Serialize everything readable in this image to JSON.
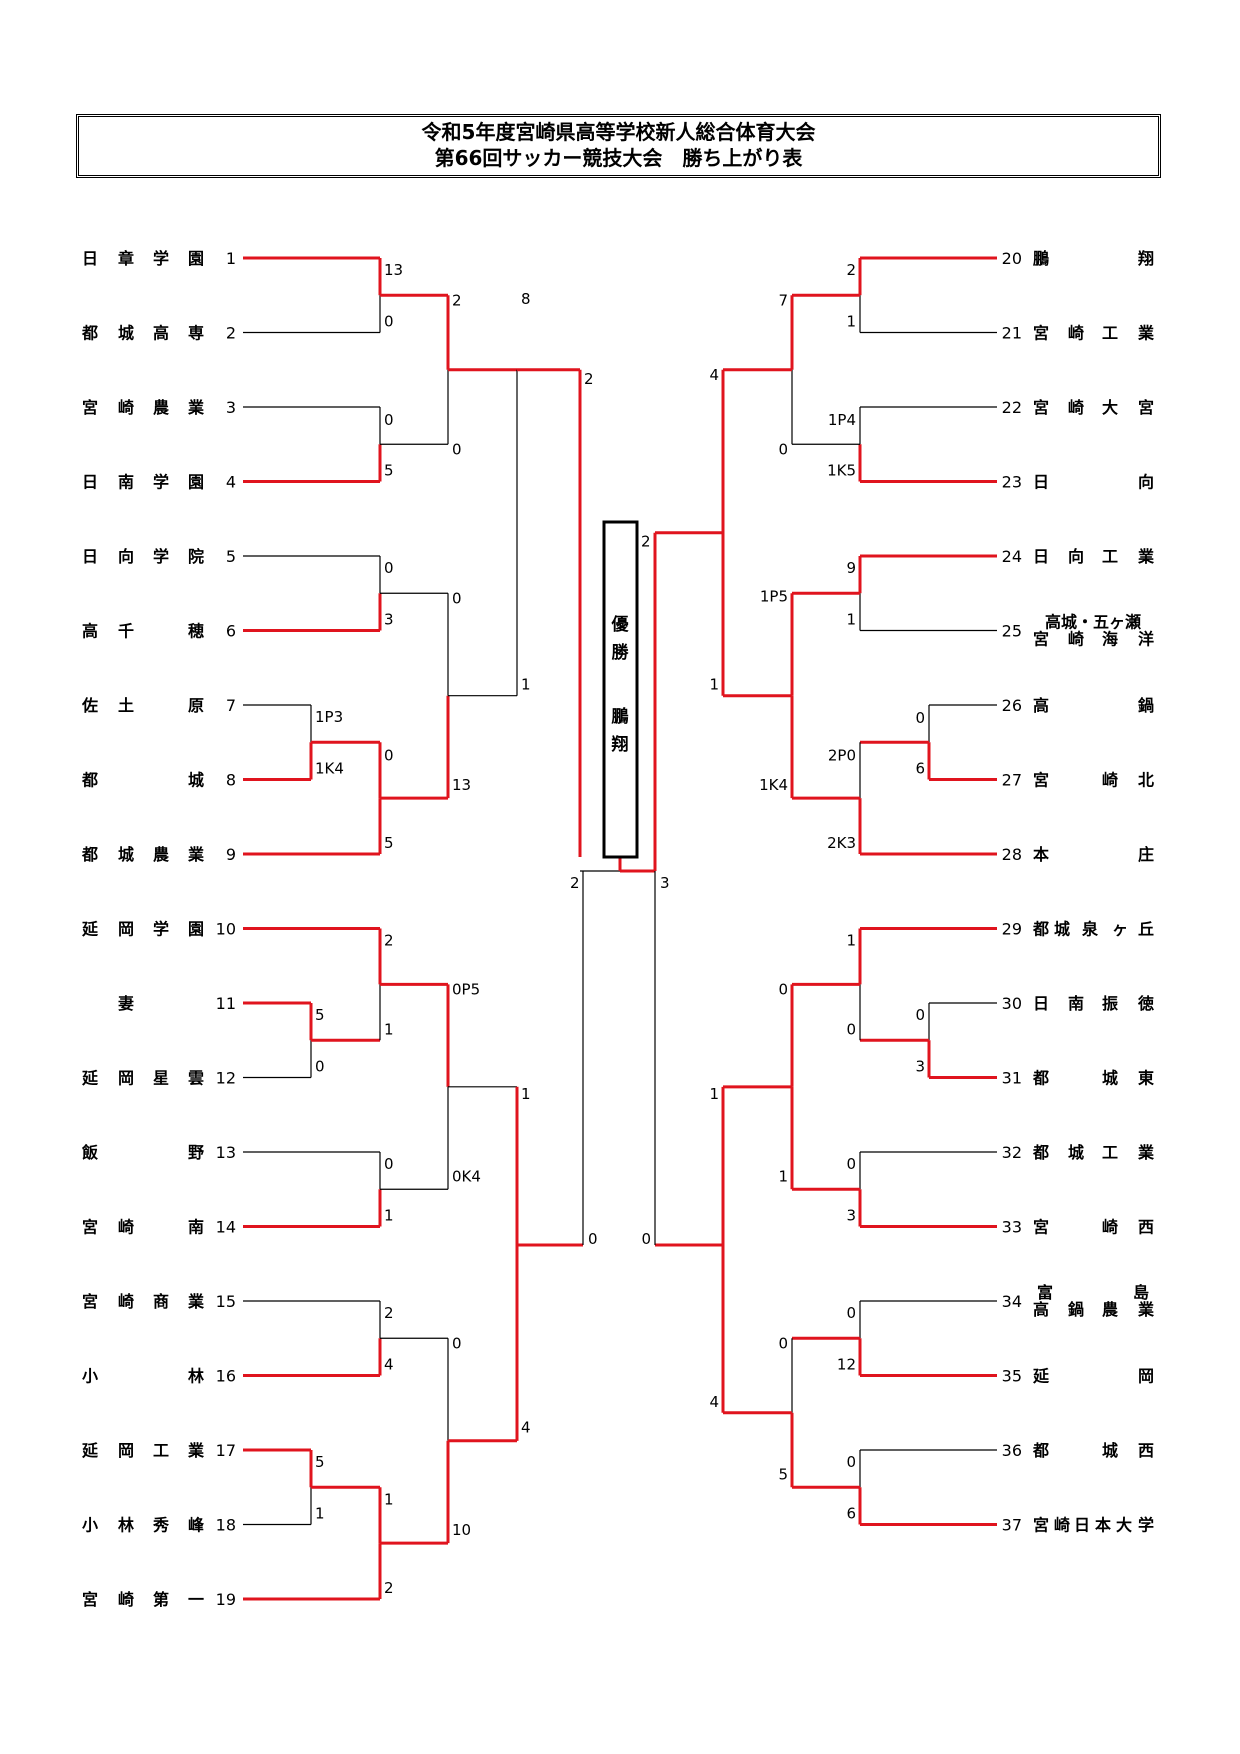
{
  "header": {
    "title_line1": "令和5年度宮崎県高等学校新人総合体育大会",
    "title_line2": "第66回サッカー競技大会　勝ち上がり表"
  },
  "champion": {
    "label": "優勝",
    "team": "鵬翔"
  },
  "colors": {
    "winner_line": "#e0141e",
    "loser_line": "#000000"
  },
  "teams_left": [
    {
      "seed": "1",
      "chars": [
        "日",
        "章",
        "学",
        "園"
      ]
    },
    {
      "seed": "2",
      "chars": [
        "都",
        "城",
        "高",
        "専"
      ]
    },
    {
      "seed": "3",
      "chars": [
        "宮",
        "崎",
        "農",
        "業"
      ]
    },
    {
      "seed": "4",
      "chars": [
        "日",
        "南",
        "学",
        "園"
      ]
    },
    {
      "seed": "5",
      "chars": [
        "日",
        "向",
        "学",
        "院"
      ]
    },
    {
      "seed": "6",
      "chars": [
        "高",
        "千",
        "",
        "穂"
      ]
    },
    {
      "seed": "7",
      "chars": [
        "佐",
        "土",
        "",
        "原"
      ]
    },
    {
      "seed": "8",
      "chars": [
        "都",
        "",
        "",
        "城"
      ]
    },
    {
      "seed": "9",
      "chars": [
        "都",
        "城",
        "農",
        "業"
      ]
    },
    {
      "seed": "10",
      "chars": [
        "延",
        "岡",
        "学",
        "園"
      ]
    },
    {
      "seed": "11",
      "chars": [
        "",
        "妻",
        "",
        ""
      ]
    },
    {
      "seed": "12",
      "chars": [
        "延",
        "岡",
        "星",
        "雲"
      ]
    },
    {
      "seed": "13",
      "chars": [
        "飯",
        "",
        "",
        "野"
      ]
    },
    {
      "seed": "14",
      "chars": [
        "宮",
        "崎",
        "",
        "南"
      ]
    },
    {
      "seed": "15",
      "chars": [
        "宮",
        "崎",
        "商",
        "業"
      ]
    },
    {
      "seed": "16",
      "chars": [
        "小",
        "",
        "",
        "林"
      ]
    },
    {
      "seed": "17",
      "chars": [
        "延",
        "岡",
        "工",
        "業"
      ]
    },
    {
      "seed": "18",
      "chars": [
        "小",
        "林",
        "秀",
        "峰"
      ]
    },
    {
      "seed": "19",
      "chars": [
        "宮",
        "崎",
        "第",
        "一"
      ]
    }
  ],
  "teams_right": [
    {
      "seed": "20",
      "chars": [
        "鵬",
        "",
        "",
        "翔"
      ]
    },
    {
      "seed": "21",
      "chars": [
        "宮",
        "崎",
        "工",
        "業"
      ]
    },
    {
      "seed": "22",
      "chars": [
        "宮",
        "崎",
        "大",
        "宮"
      ]
    },
    {
      "seed": "23",
      "chars": [
        "日",
        "",
        "",
        "向"
      ]
    },
    {
      "seed": "24",
      "chars": [
        "日",
        "向",
        "工",
        "業"
      ]
    },
    {
      "seed": "25",
      "line1": "高城・五ヶ瀬",
      "chars": [
        "宮",
        "崎",
        "海",
        "洋"
      ]
    },
    {
      "seed": "26",
      "chars": [
        "高",
        "",
        "",
        "鍋"
      ]
    },
    {
      "seed": "27",
      "chars": [
        "宮",
        "",
        "崎",
        "北"
      ]
    },
    {
      "seed": "28",
      "chars": [
        "本",
        "",
        "",
        "庄"
      ]
    },
    {
      "seed": "29",
      "chars": [
        "都",
        "城",
        "泉",
        "ヶ",
        "丘"
      ]
    },
    {
      "seed": "30",
      "chars": [
        "日",
        "南",
        "振",
        "徳"
      ]
    },
    {
      "seed": "31",
      "chars": [
        "都",
        "",
        "城",
        "東"
      ]
    },
    {
      "seed": "32",
      "chars": [
        "都",
        "城",
        "工",
        "業"
      ]
    },
    {
      "seed": "33",
      "chars": [
        "宮",
        "",
        "崎",
        "西"
      ]
    },
    {
      "seed": "34",
      "line1": "富　　　　　島",
      "chars": [
        "高",
        "鍋",
        "農",
        "業"
      ]
    },
    {
      "seed": "35",
      "chars": [
        "延",
        "",
        "",
        "岡"
      ]
    },
    {
      "seed": "36",
      "chars": [
        "都",
        "",
        "城",
        "西"
      ]
    },
    {
      "seed": "37",
      "chars": [
        "宮",
        "崎",
        "日",
        "本",
        "大",
        "学"
      ]
    }
  ],
  "scores": {
    "l_r1a": "13",
    "l_r1b": "0",
    "l_r1c": "0",
    "l_r1d": "5",
    "l_r2a": "2",
    "l_r2b": "0",
    "l_q1": "8",
    "l_r1e": "0",
    "l_r1f": "3",
    "l_pk7": "1P3",
    "l_pk8": "1K4",
    "l_r1g": "0",
    "l_r1h": "5",
    "l_r2c": "0",
    "l_r2d": "13",
    "l_q2": "1",
    "l_sfA": "2",
    "l_r1i": "2",
    "l_11": "5",
    "l_12": "0",
    "l_r1j": "1",
    "l_r1k": "0",
    "l_r1l": "1",
    "l_r2e": "0P5",
    "l_r2f": "0K4",
    "l_q3": "1",
    "l_r1m": "2",
    "l_r1n": "4",
    "l_17": "5",
    "l_18": "1",
    "l_r1o": "1",
    "l_r1p": "2",
    "l_r2g": "0",
    "l_r2h": "10",
    "l_q4": "4",
    "l_sfB": "0",
    "l_final": "2",
    "l_final_low": "2",
    "r_20": "2",
    "r_21": "1",
    "r_22": "1P4",
    "r_23": "1K5",
    "r_q1": "7",
    "r_q2": "0",
    "r_s1": "4",
    "r_24": "9",
    "r_25": "1",
    "r_26": "0",
    "r_27": "6",
    "r_q3": "1P5",
    "r_q4": "2P0",
    "r_28": "2K3",
    "r_q5": "1K4",
    "r_s2": "1",
    "r_final": "2",
    "r_final_low": "3",
    "r_29": "1",
    "r_30": "0",
    "r_31": "3",
    "r_q6": "0",
    "r_q7": "0",
    "r_32": "0",
    "r_33": "3",
    "r_q8": "1",
    "r_s3": "1",
    "r_34": "0",
    "r_35": "12",
    "r_36": "0",
    "r_37": "6",
    "r_q9": "0",
    "r_q10": "5",
    "r_s4": "4",
    "r_sfB": "0"
  }
}
